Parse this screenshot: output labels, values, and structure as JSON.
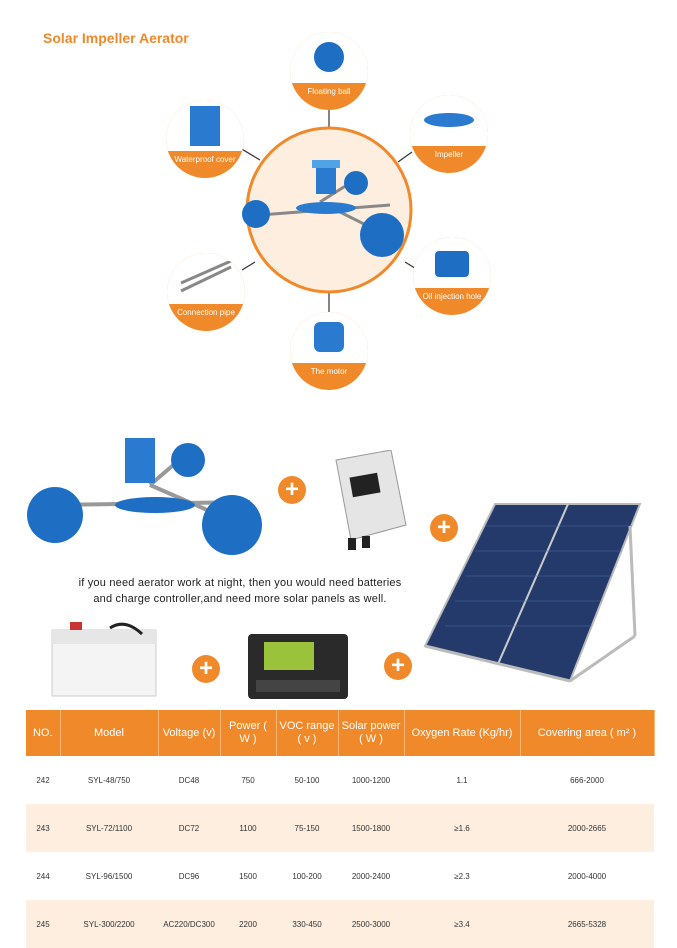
{
  "title": "Solar Impeller Aerator",
  "components": [
    {
      "label": "Floating ball"
    },
    {
      "label": "Impeller"
    },
    {
      "label": "Oil injection hole"
    },
    {
      "label": "The motor"
    },
    {
      "label": "Connection pipe"
    },
    {
      "label": "Waterproof cover"
    }
  ],
  "note": "if you need aerator work at night, then you would need batteries and charge controller,and need more solar panels as well.",
  "plus_symbol": "+",
  "table": {
    "headers": [
      "NO.",
      "Model",
      "Voltage (v)",
      "Power ( W )",
      "VOC range ( v )",
      "Solar power ( W )",
      "Oxygen Rate (Kg/hr)",
      "Covering area ( m² )"
    ],
    "rows": [
      [
        "242",
        "SYL-48/750",
        "DC48",
        "750",
        "50-100",
        "1000-1200",
        "1.1",
        "666-2000"
      ],
      [
        "243",
        "SYL-72/1100",
        "DC72",
        "1100",
        "75-150",
        "1500-1800",
        "≥1.6",
        "2000-2665"
      ],
      [
        "244",
        "SYL-96/1500",
        "DC96",
        "1500",
        "100-200",
        "2000-2400",
        "≥2.3",
        "2000-4000"
      ],
      [
        "245",
        "SYL-300/2200",
        "AC220/DC300",
        "2200",
        "330-450",
        "2500-3000",
        "≥3.4",
        "2665-5328"
      ]
    ]
  },
  "colors": {
    "accent": "#f0892a",
    "blue": "#1e6fc4",
    "row_tint": "#fdeee0"
  }
}
